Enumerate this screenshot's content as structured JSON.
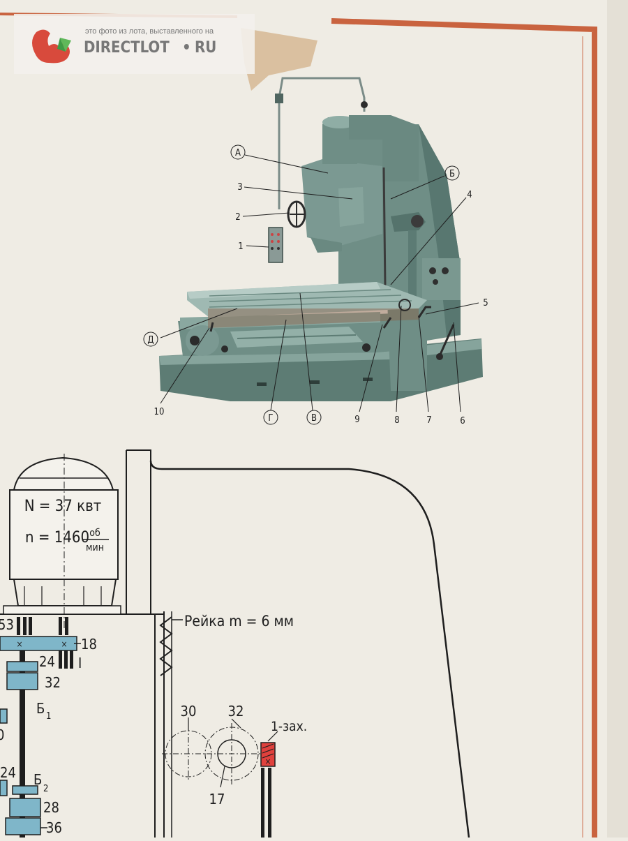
{
  "watermark": {
    "caption": "это фото из лота, выставленного на",
    "brand": "DIRECTLOT",
    "domain": "RU"
  },
  "machine_callouts": {
    "A": "А",
    "B": "Б",
    "V": "В",
    "G": "Г",
    "D": "Д",
    "n1": "1",
    "n2": "2",
    "n3": "3",
    "n4": "4",
    "n5": "5",
    "n6": "6",
    "n7": "7",
    "n8": "8",
    "n9": "9",
    "n10": "10"
  },
  "motor": {
    "power_label": "N = 37 квт",
    "speed_prefix": "n = 1460",
    "speed_unit_top": "об",
    "speed_unit_bottom": "мин"
  },
  "rack_label": "Рейка  m = 6 мм",
  "gear_labels": {
    "g53": "53",
    "g18": "18",
    "g24a": "24",
    "shaft_I": "I",
    "g32a": "32",
    "b1": "Б",
    "b1_sub": "1",
    "g0": "0",
    "g24b": "24",
    "b2": "Б",
    "b2_sub": "2",
    "g28": "28",
    "g36": "36",
    "g30": "30",
    "g32b": "32",
    "g17": "17",
    "worm": "1-зах."
  },
  "colors": {
    "paper": "#efece4",
    "border": "#c9633f",
    "machine": "#6f8e86",
    "gear_blue": "#7fb6c9",
    "worm_red": "#e0413d",
    "ink": "#1e1e1e"
  }
}
